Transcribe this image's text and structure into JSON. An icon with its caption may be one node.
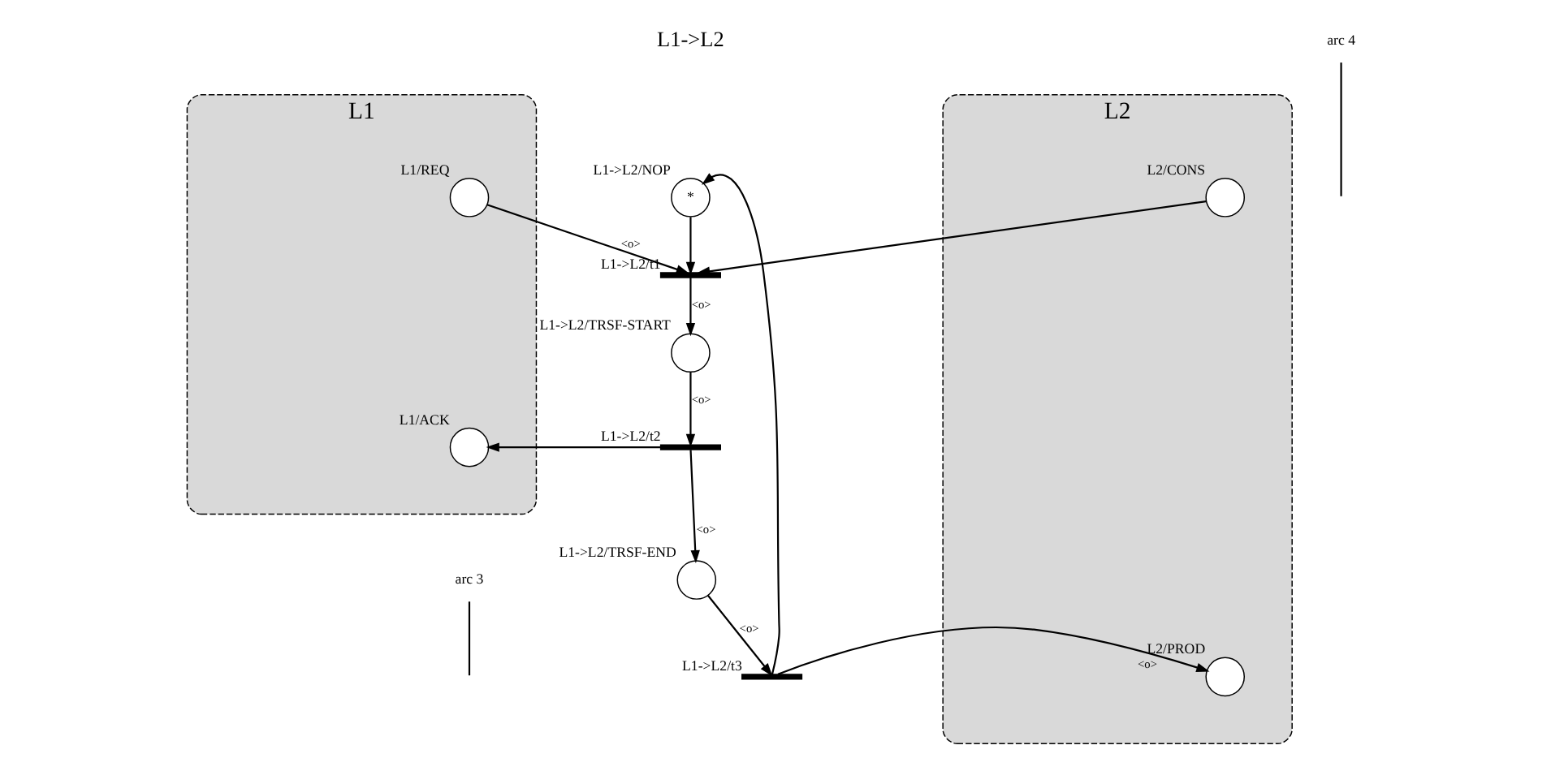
{
  "diagram": {
    "nodes": [
      {
        "text": [
          "L1"
        ]
      },
      {
        "text": [],
        "shape": "circle",
        "beside": [
          "L1/REQ"
        ],
        "in": 0
      },
      {
        "text": [],
        "shape": "circle",
        "beside": [
          "L1/ACK"
        ],
        "in": 0
      },
      {
        "text": [
          "*"
        ],
        "beside": [
          "L1->L2/NOP"
        ]
      },
      {
        "text": [],
        "shape": "bar",
        "beside": [
          "L1->L2/t1"
        ]
      },
      {
        "text": [],
        "shape": "circle",
        "beside": [
          "L1->L2/TRSF-START"
        ]
      },
      {
        "text": [],
        "shape": "bar",
        "beside": [
          "L1->L2/t2"
        ]
      },
      {
        "text": [],
        "shape": "circle",
        "beside": [
          "L1->L2/TRSF-END"
        ]
      },
      {
        "text": [],
        "shape": "bar",
        "beside": [
          "L1->L2/t3"
        ]
      },
      {
        "text": [
          "L2"
        ]
      },
      {
        "text": [],
        "shape": "circle",
        "beside": [
          "L2/CONS"
        ],
        "in": 9
      },
      {
        "text": [],
        "shape": "circle",
        "beside": [
          "L2/PROD"
        ],
        "in": 9
      },
      {
        "text": [
          "arc 4"
        ]
      },
      {
        "text": [
          "arc 3"
        ]
      }
    ],
    "edges": [
      {
        "from": 1,
        "to": 4,
        "arrow": "to",
        "label": "<o>"
      },
      {
        "from": 3,
        "to": 4,
        "arrow": "to"
      },
      {
        "from": 10,
        "to": 4,
        "arrow": "to"
      },
      {
        "from": 4,
        "to": 5,
        "arrow": "to",
        "label": "<o>"
      },
      {
        "from": 5,
        "to": 6,
        "arrow": "to",
        "label": "<o>"
      },
      {
        "from": 6,
        "to": 7,
        "arrow": "to",
        "label": "<o>"
      },
      {
        "from": 6,
        "to": 2,
        "arrow": "to"
      },
      {
        "from": 7,
        "to": 8,
        "arrow": "to",
        "label": "<o>"
      },
      {
        "from": 8,
        "to": 11,
        "arrow": "to",
        "label": "<o>"
      },
      {
        "from": 8,
        "to": 3,
        "arrow": "to"
      },
      {
        "from": 12,
        "to": null,
        "arrow": "none"
      },
      {
        "from": 13,
        "to": null,
        "arrow": "none"
      }
    ],
    "labels": [
      "L1->L2"
    ]
  }
}
